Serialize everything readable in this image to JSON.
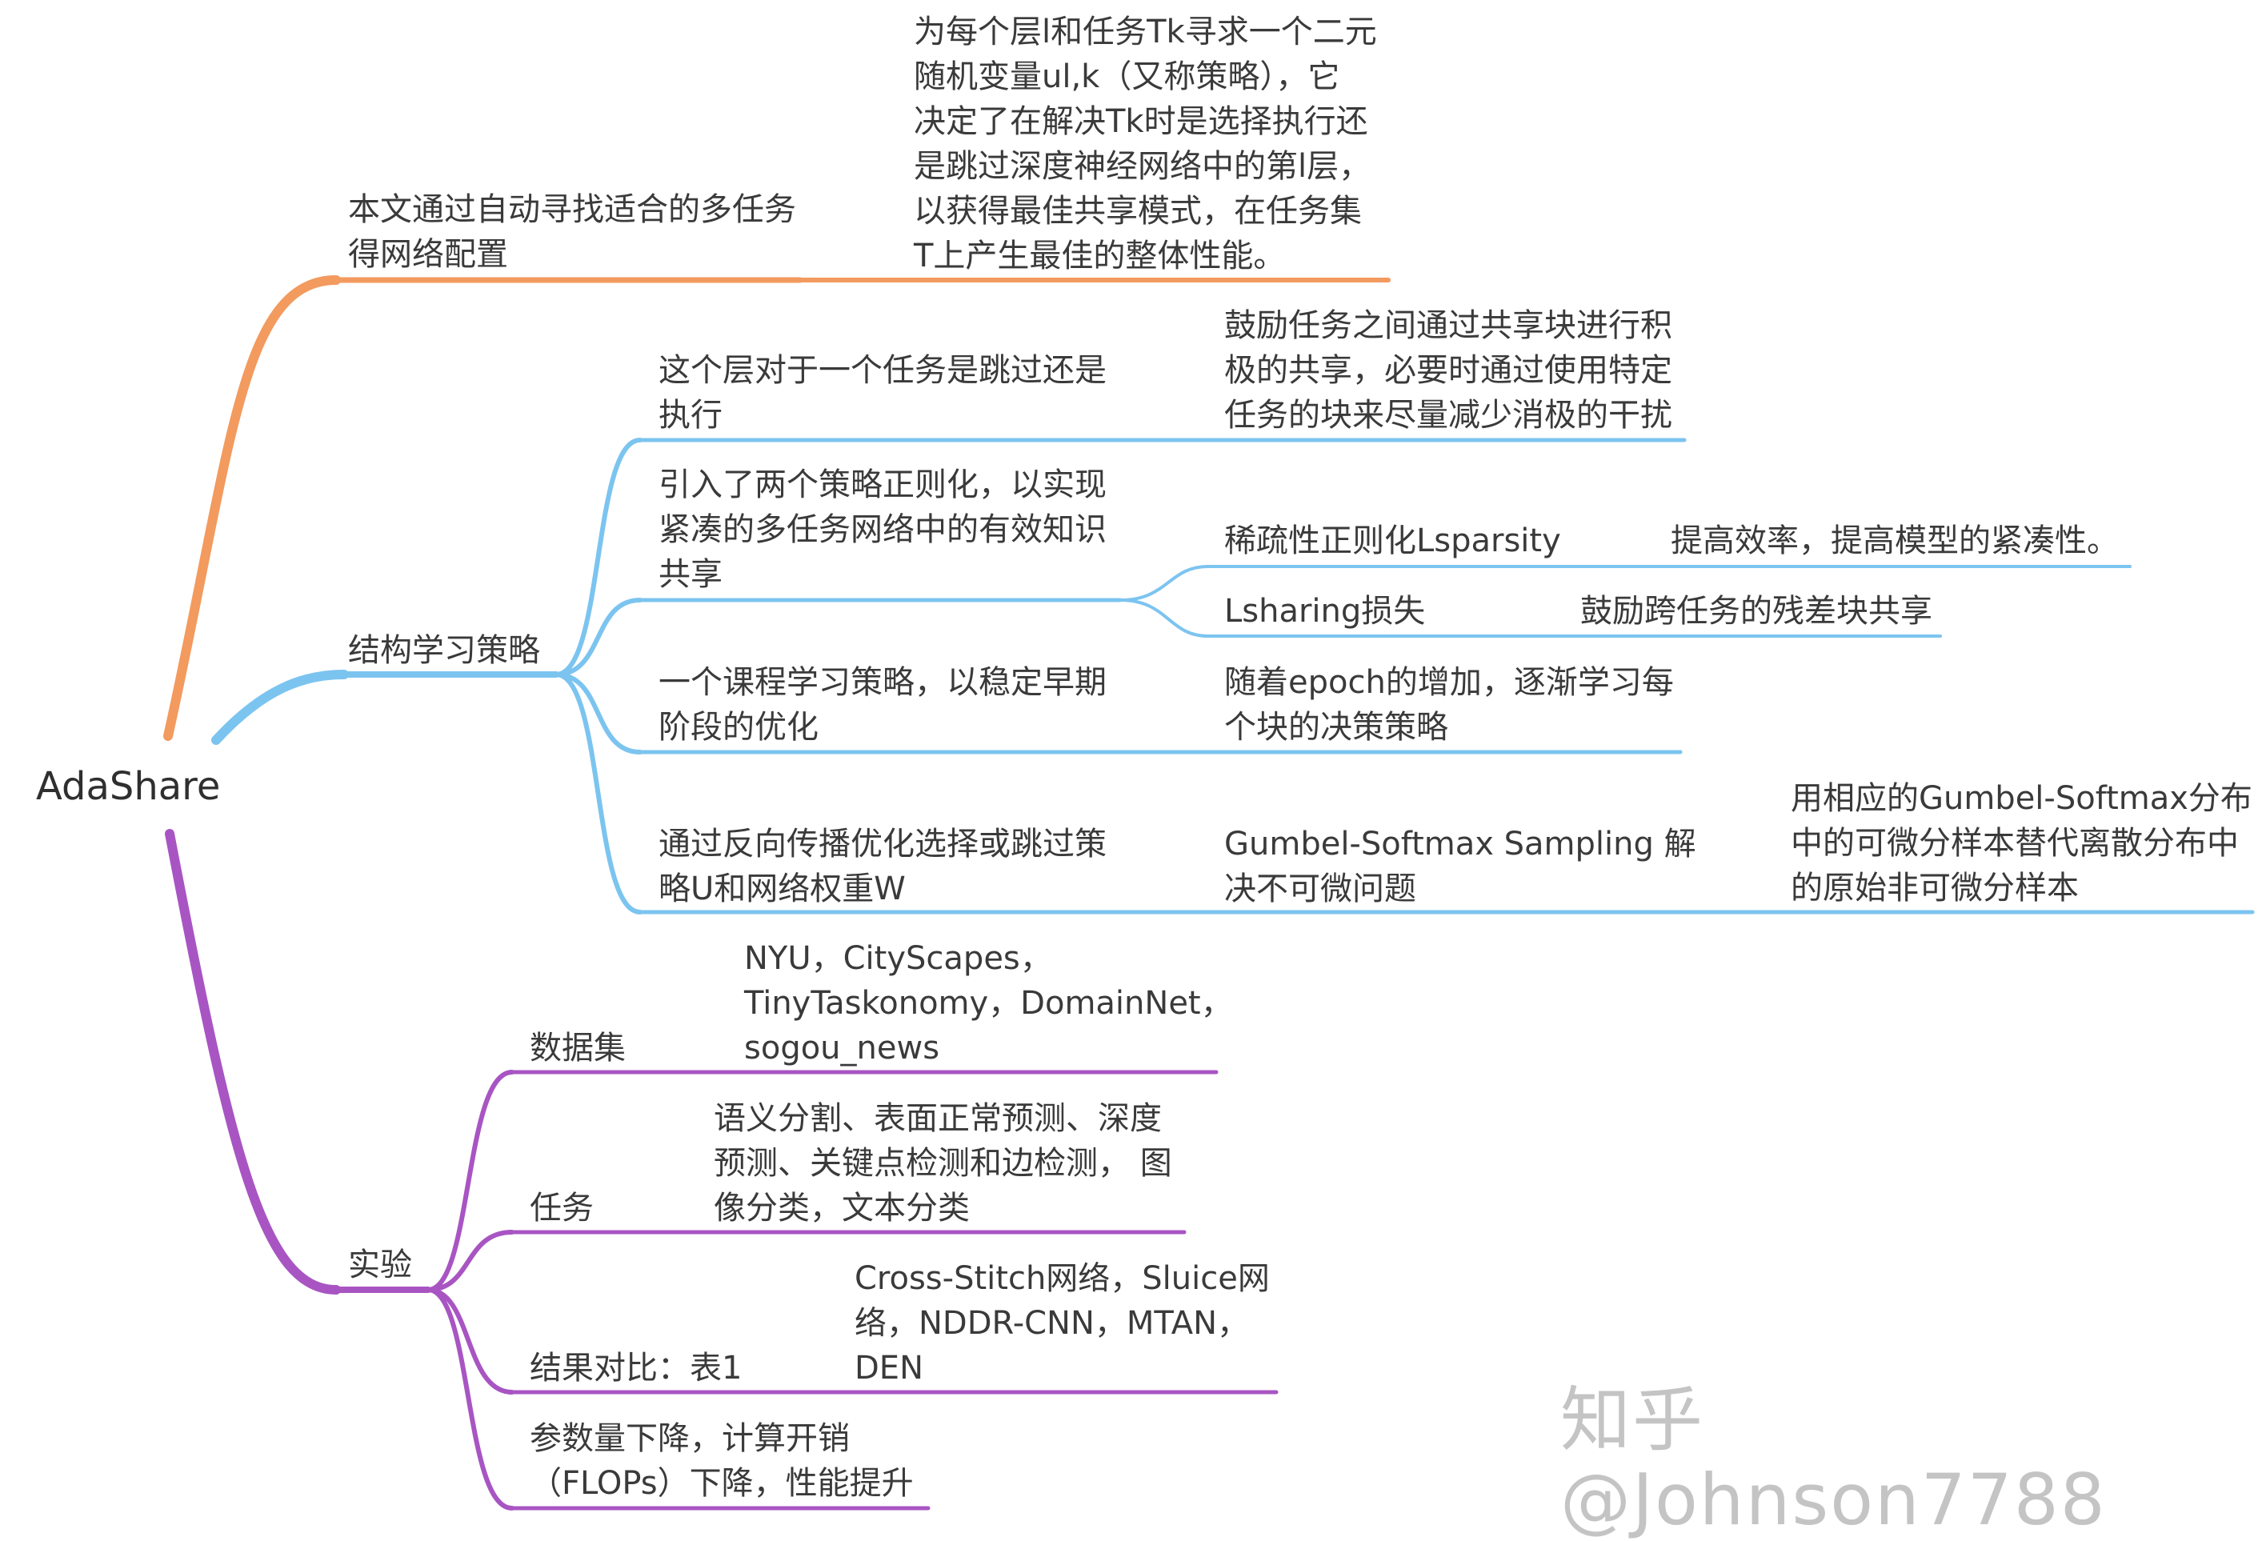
{
  "root": "AdaShare",
  "branches": {
    "method": {
      "color": "#f39a5f",
      "label": "本文通过自动寻找适合的多任务\n得网络配置",
      "detail": "为每个层l和任务Tk寻求一个二元\n随机变量ul,k（又称策略），它\n决定了在解决Tk时是选择执行还\n是跳过深度神经网络中的第l层，\n以获得最佳共享模式，在任务集\nT上产生最佳的整体性能。"
    },
    "strategy": {
      "color": "#7cc4f0",
      "label": "结构学习策略",
      "items": [
        {
          "label": "这个层对于一个任务是跳过还是\n执行",
          "detail": "鼓励任务之间通过共享块进行积\n极的共享，必要时通过使用特定\n任务的块来尽量减少消极的干扰"
        },
        {
          "label": "引入了两个策略正则化，以实现\n紧凑的多任务网络中的有效知识\n共享",
          "subs": [
            {
              "label": "稀疏性正则化Lsparsity",
              "detail": "提高效率，提高模型的紧凑性。"
            },
            {
              "label": "Lsharing损失",
              "detail": "鼓励跨任务的残差块共享"
            }
          ]
        },
        {
          "label": "一个课程学习策略，以稳定早期\n阶段的优化",
          "detail": "随着epoch的增加，逐渐学习每\n个块的决策策略"
        },
        {
          "label": "通过反向传播优化选择或跳过策\n略U和网络权重W",
          "detail": "Gumbel-Softmax Sampling 解\n决不可微问题",
          "detail2": "用相应的Gumbel-Softmax分布\n中的可微分样本替代离散分布中\n的原始非可微分样本"
        }
      ]
    },
    "experiment": {
      "color": "#a855c3",
      "label": "实验",
      "items": [
        {
          "label": "数据集",
          "detail": "NYU，CityScapes，\nTinyTaskonomy，DomainNet，\nsogou_news"
        },
        {
          "label": "任务",
          "detail": "语义分割、表面正常预测、深度\n预测、关键点检测和边检测，  图\n像分类，文本分类"
        },
        {
          "label": "结果对比：表1",
          "detail": "Cross-Stitch网络，Sluice网\n络，NDDR-CNN，MTAN，\nDEN"
        },
        {
          "label": "参数量下降，计算开销\n（FLOPs）下降，性能提升"
        }
      ]
    }
  },
  "watermark": "知乎 @Johnson7788"
}
